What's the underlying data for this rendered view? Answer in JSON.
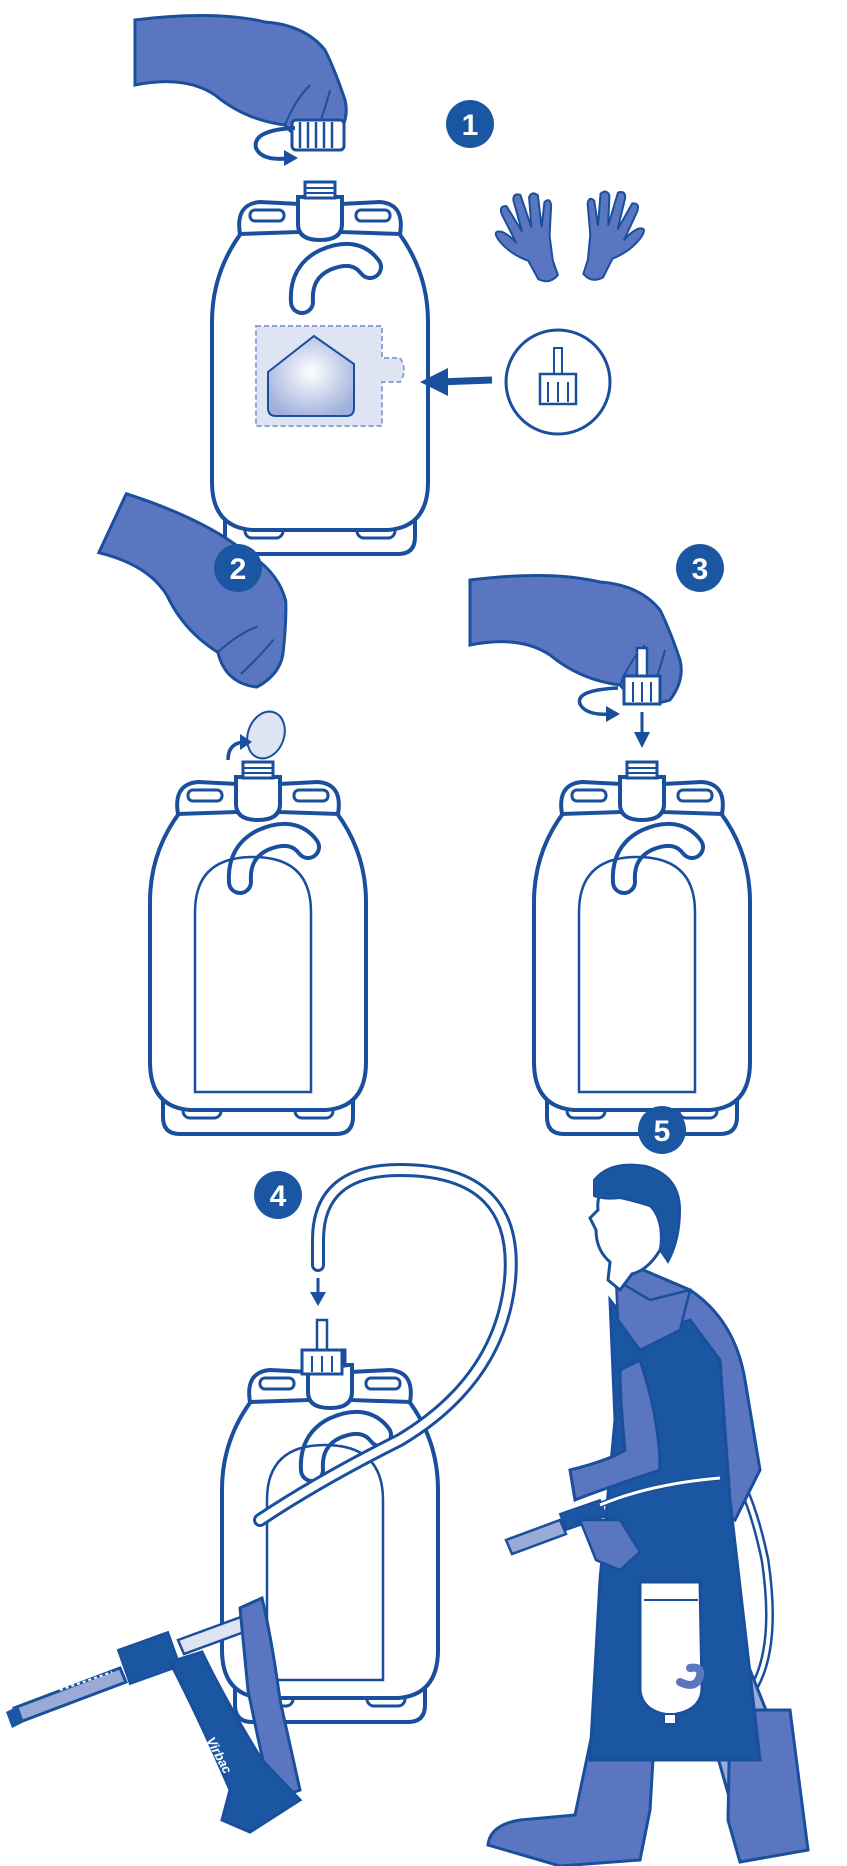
{
  "colors": {
    "outline": "#1a4f9e",
    "dark": "#1b56a3",
    "medium": "#5b76c0",
    "light": "#9aaad6",
    "pale": "#dfe4f3",
    "white": "#ffffff"
  },
  "steps": [
    {
      "number": "1"
    },
    {
      "number": "2"
    },
    {
      "number": "3"
    },
    {
      "number": "4"
    },
    {
      "number": "5"
    }
  ],
  "brand": "Virbac",
  "icons": [
    "hand-icon",
    "gloves-icon",
    "cap-icon",
    "seal-icon",
    "connector-icon",
    "arrow-icon",
    "rotate-arrow-icon",
    "drench-gun-icon",
    "tube-icon",
    "person-icon"
  ]
}
